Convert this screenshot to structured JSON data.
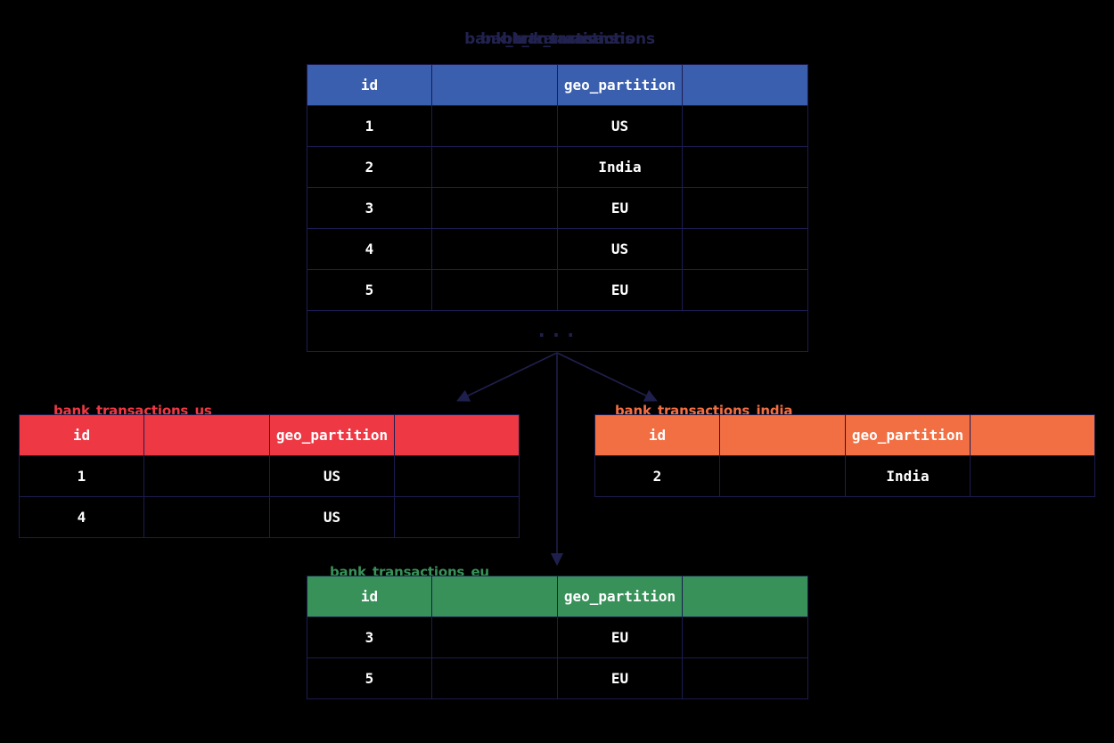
{
  "diagram": {
    "background": "#000000",
    "border_color": "#1c1c52",
    "arrow_color": "#1f1f4d"
  },
  "root_table": {
    "title": "bank_transactions",
    "title_ghost_a": "bank_transactions",
    "title_ghost_b": "bank_transactions",
    "title_color": "#1f1f4d",
    "header_color": "#3a5fae",
    "columns": [
      "id",
      "",
      "geo_partition",
      ""
    ],
    "rows": [
      {
        "id": "1",
        "blank1": "",
        "geo_partition": "US",
        "blank2": ""
      },
      {
        "id": "2",
        "blank1": "",
        "geo_partition": "India",
        "blank2": ""
      },
      {
        "id": "3",
        "blank1": "",
        "geo_partition": "EU",
        "blank2": ""
      },
      {
        "id": "4",
        "blank1": "",
        "geo_partition": "US",
        "blank2": ""
      },
      {
        "id": "5",
        "blank1": "",
        "geo_partition": "EU",
        "blank2": ""
      }
    ],
    "more_rows_indicator": "..."
  },
  "partitions": [
    {
      "key": "us",
      "title": "bank_transactions_us",
      "header_color": "#ee3945",
      "value_color": "#ee3945",
      "columns": [
        "id",
        "",
        "geo_partition",
        ""
      ],
      "rows": [
        {
          "id": "1",
          "blank1": "",
          "geo_partition": "US",
          "blank2": ""
        },
        {
          "id": "4",
          "blank1": "",
          "geo_partition": "US",
          "blank2": ""
        }
      ]
    },
    {
      "key": "india",
      "title": "bank_transactions_india",
      "header_color": "#f26f43",
      "value_color": "#f26f43",
      "columns": [
        "id",
        "",
        "geo_partition",
        ""
      ],
      "rows": [
        {
          "id": "2",
          "blank1": "",
          "geo_partition": "India",
          "blank2": ""
        }
      ]
    },
    {
      "key": "eu",
      "title": "bank_transactions_eu",
      "header_color": "#389159",
      "value_color": "#389159",
      "columns": [
        "id",
        "",
        "geo_partition",
        ""
      ],
      "rows": [
        {
          "id": "3",
          "blank1": "",
          "geo_partition": "EU",
          "blank2": ""
        },
        {
          "id": "5",
          "blank1": "",
          "geo_partition": "EU",
          "blank2": ""
        }
      ]
    }
  ]
}
